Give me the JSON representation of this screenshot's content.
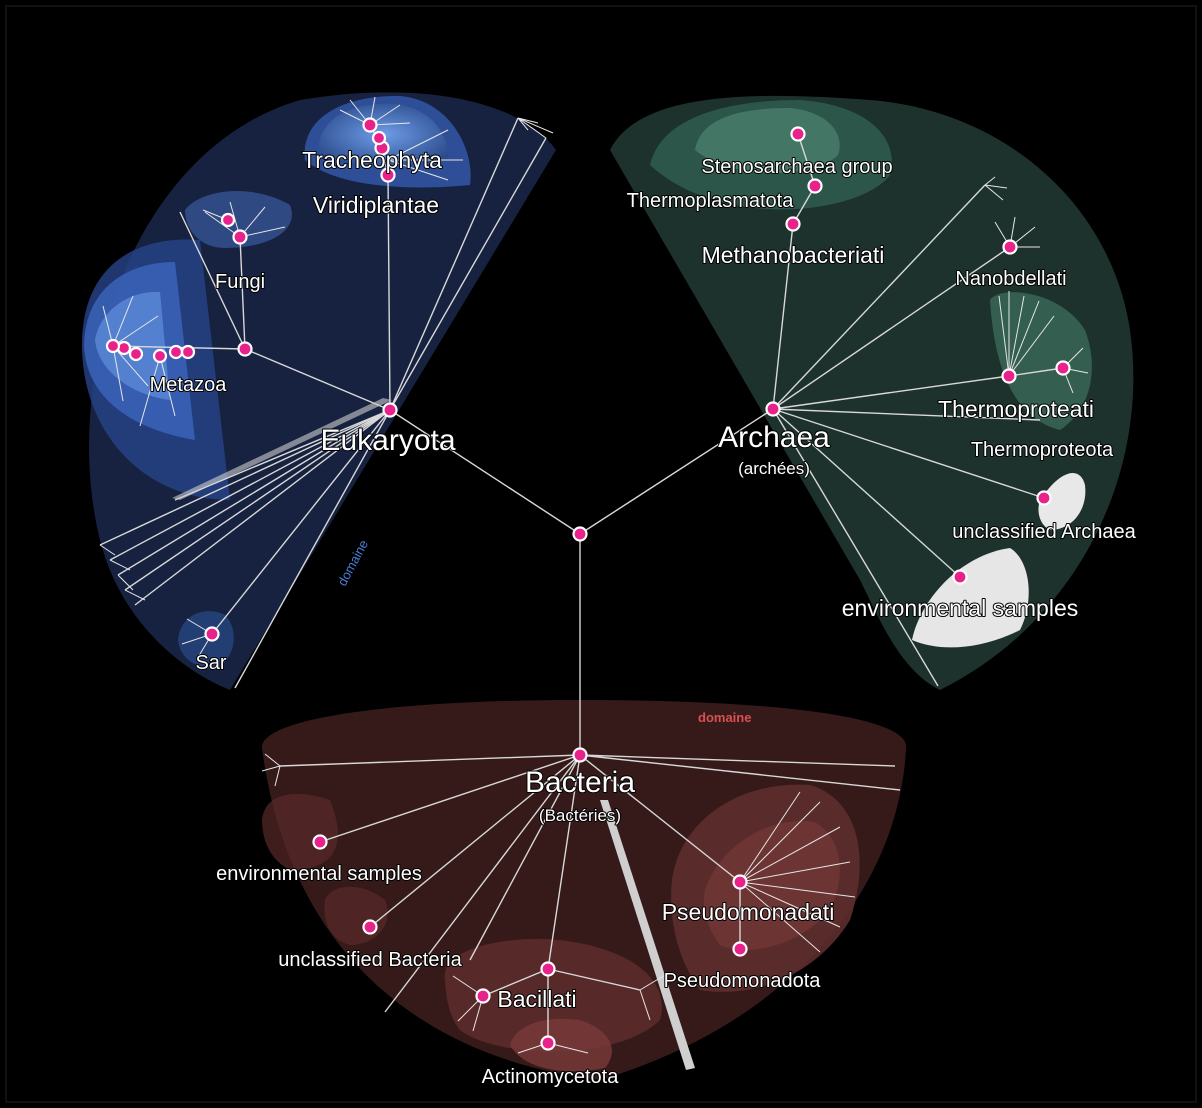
{
  "source_url": "https://lifemap.cnrs.fr/",
  "domain_tags": {
    "eukaryota": "domaine",
    "bacteria": "domaine"
  },
  "eukaryota": {
    "name": "Eukaryota",
    "children": [
      "Tracheophyta",
      "Viridiplantae",
      "Fungi",
      "Metazoa",
      "Sar"
    ]
  },
  "archaea": {
    "name": "Archaea",
    "subtitle": "(archées)",
    "children": [
      "Stenosarchaea group",
      "Thermoplasmatota",
      "Methanobacteriati",
      "Nanobdellati",
      "Thermoproteati",
      "Thermoproteota",
      "unclassified Archaea",
      "environmental samples"
    ]
  },
  "bacteria": {
    "name": "Bacteria",
    "subtitle": "(Bactéries)",
    "children": [
      "environmental samples",
      "unclassified Bacteria",
      "Bacillati",
      "Actinomycetota",
      "Pseudomonadati",
      "Pseudomonadota"
    ]
  },
  "colors": {
    "background": "#000000",
    "node": "#e8228a",
    "eukaryota_region": "#1a2a4a",
    "archaea_region": "#2c4a40",
    "bacteria_region": "#4a2424",
    "domain_tag_blue": "#4a7fd8",
    "domain_tag_red": "#d85050"
  }
}
